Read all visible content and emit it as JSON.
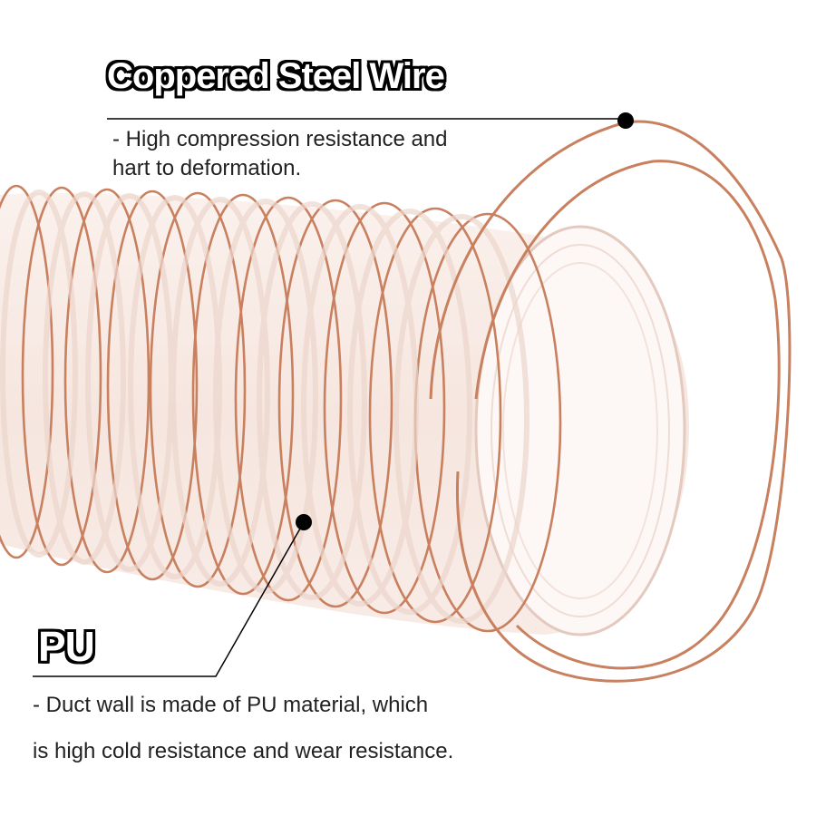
{
  "colors": {
    "copper": "#c8805f",
    "copper_dark": "#a95f40",
    "hose_tint": "#f3e4de",
    "text": "#222222",
    "leader": "#000000"
  },
  "callouts": {
    "wire": {
      "title": "Coppered Steel Wire",
      "desc_line1": "- High compression resistance and",
      "desc_line2": "hart to deformation."
    },
    "pu": {
      "title": "PU",
      "desc_line1": "- Duct wall is made of PU material, which",
      "desc_line2": "is high cold resistance and wear resistance."
    }
  },
  "icons": {
    "wire_marker": "dot-marker-icon",
    "pu_marker": "dot-marker-icon"
  }
}
